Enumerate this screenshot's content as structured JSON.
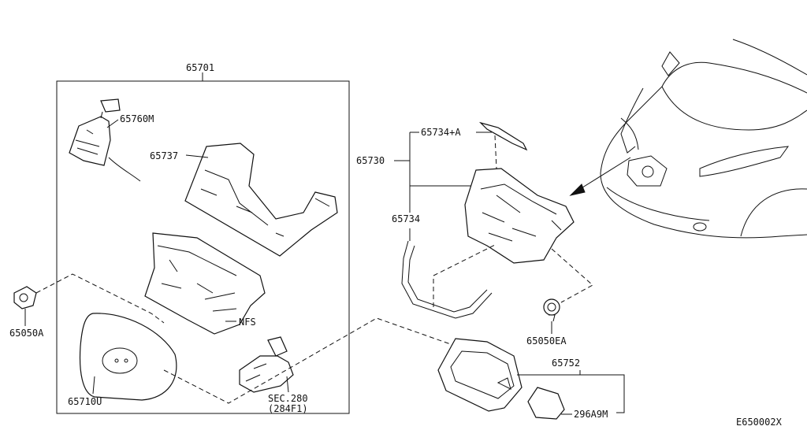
{
  "labels": {
    "p65701": "65701",
    "p65760m": "65760M",
    "p65737": "65737",
    "nfs": "NFS",
    "p65050a": "65050A",
    "p65710u": "65710U",
    "sec280": "SEC.280",
    "p284f1": "(284F1)",
    "p65730": "65730",
    "p65734a": "65734+A",
    "p65734": "65734",
    "p65050ea": "65050EA",
    "p65752": "65752",
    "p296a9m": "296A9M",
    "code": "E650002X"
  }
}
